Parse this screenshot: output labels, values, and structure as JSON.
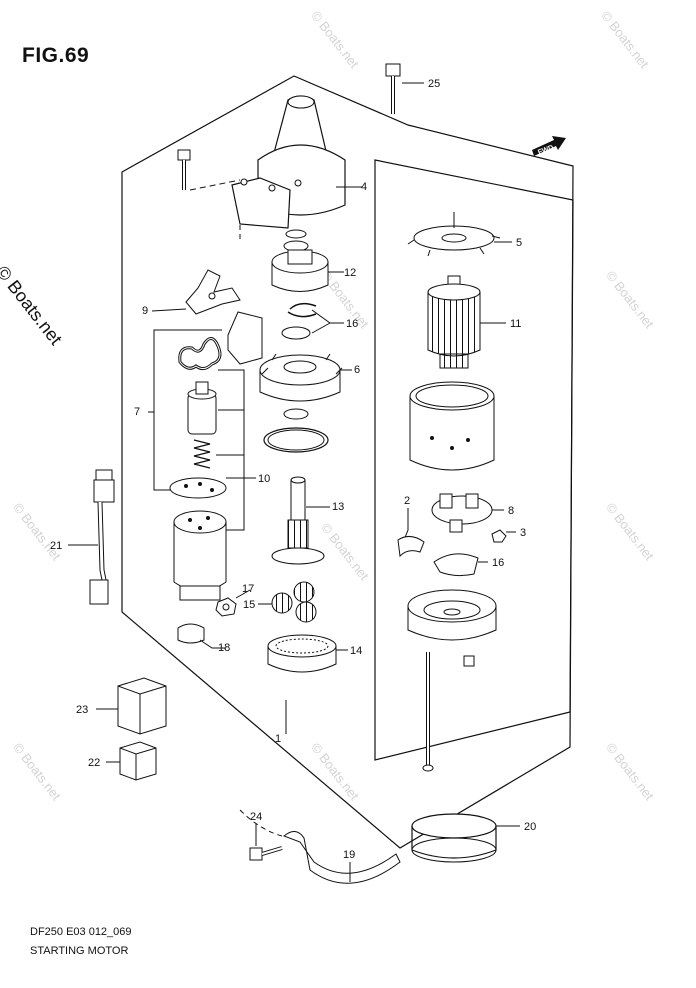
{
  "figure": {
    "title": "FIG.69",
    "code": "DF250 E03 012_069",
    "caption": "STARTING MOTOR",
    "side_watermark": "© Boats.net",
    "watermark": "© Boats.net",
    "fwd_label": "FWD"
  },
  "parts": [
    {
      "id": "p1",
      "label": "1"
    },
    {
      "id": "p2",
      "label": "2"
    },
    {
      "id": "p3",
      "label": "3"
    },
    {
      "id": "p4",
      "label": "4"
    },
    {
      "id": "p5",
      "label": "5"
    },
    {
      "id": "p6",
      "label": "6"
    },
    {
      "id": "p7",
      "label": "7"
    },
    {
      "id": "p8",
      "label": "8"
    },
    {
      "id": "p9",
      "label": "9"
    },
    {
      "id": "p10",
      "label": "10"
    },
    {
      "id": "p11",
      "label": "11"
    },
    {
      "id": "p12",
      "label": "12"
    },
    {
      "id": "p13",
      "label": "13"
    },
    {
      "id": "p14",
      "label": "14"
    },
    {
      "id": "p15",
      "label": "15"
    },
    {
      "id": "p16a",
      "label": "16"
    },
    {
      "id": "p16b",
      "label": "16"
    },
    {
      "id": "p17",
      "label": "17"
    },
    {
      "id": "p18",
      "label": "18"
    },
    {
      "id": "p19",
      "label": "19"
    },
    {
      "id": "p20",
      "label": "20"
    },
    {
      "id": "p21",
      "label": "21"
    },
    {
      "id": "p22",
      "label": "22"
    },
    {
      "id": "p23",
      "label": "23"
    },
    {
      "id": "p24",
      "label": "24"
    },
    {
      "id": "p25",
      "label": "25"
    }
  ]
}
